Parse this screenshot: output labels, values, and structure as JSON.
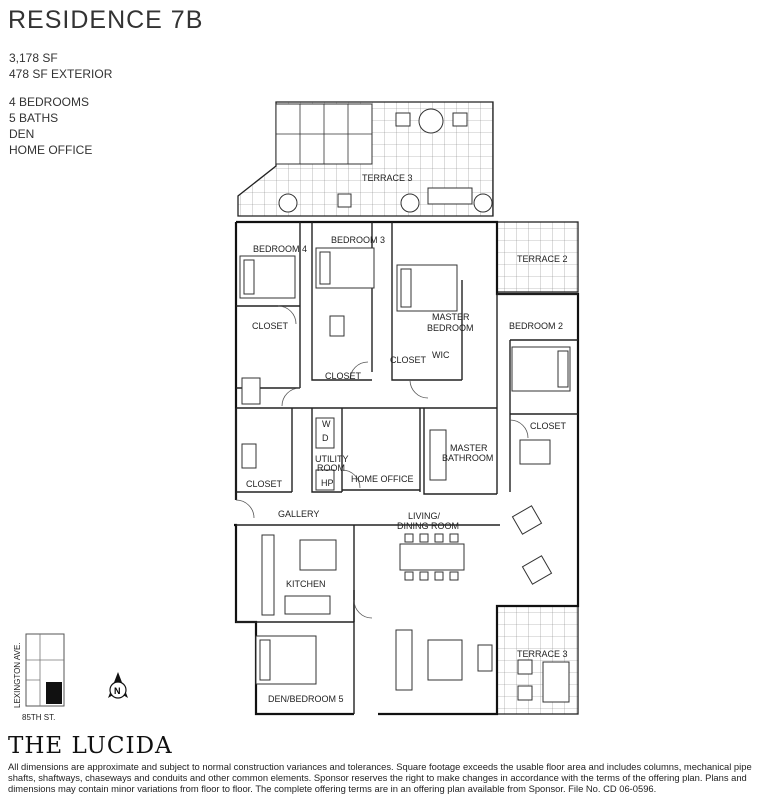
{
  "title": "RESIDENCE 7B",
  "specs": {
    "area": "3,178 SF",
    "exterior": "478 SF EXTERIOR",
    "bedrooms": "4 BEDROOMS",
    "baths": "5 BATHS",
    "den": "DEN",
    "office": "HOME OFFICE"
  },
  "rooms": {
    "terrace_top": "TERRACE 3",
    "terrace_2": "TERRACE 2",
    "terrace_bottom": "TERRACE 3",
    "bedroom_4": "BEDROOM 4",
    "bedroom_3": "BEDROOM 3",
    "master_bedroom_1": "MASTER",
    "master_bedroom_2": "BEDROOM",
    "bedroom_2": "BEDROOM 2",
    "closet_b4": "CLOSET",
    "closet_b3": "CLOSET",
    "closet_master": "CLOSET",
    "closet_lower": "CLOSET",
    "closet_b2": "CLOSET",
    "wic": "WIC",
    "wd": "W",
    "wd2": "D",
    "utility_1": "UTILITY",
    "utility_2": "ROOM",
    "hp": "HP",
    "home_office": "HOME OFFICE",
    "master_bath_1": "MASTER",
    "master_bath_2": "BATHROOM",
    "gallery": "GALLERY",
    "living_1": "LIVING/",
    "living_2": "DINING ROOM",
    "kitchen": "KITCHEN",
    "den_bedroom_5": "DEN/BEDROOM 5"
  },
  "keyplan": {
    "street_avenue": "LEXINGTON AVE.",
    "street_cross": "85TH ST.",
    "north": "N"
  },
  "brand": "THE LUCIDA",
  "disclaimer": "All dimensions are approximate and subject to normal construction variances and tolerances. Square footage exceeds the usable floor area and includes columns, mechanical pipe shafts, shaftways, chaseways and conduits and other common elements. Sponsor reserves the right to make changes in accordance with the terms of the offering plan. Plans and dimensions may contain minor variations from floor to floor. The complete offering terms are in an offering plan available from Sponsor. File No. CD 06-0596."
}
